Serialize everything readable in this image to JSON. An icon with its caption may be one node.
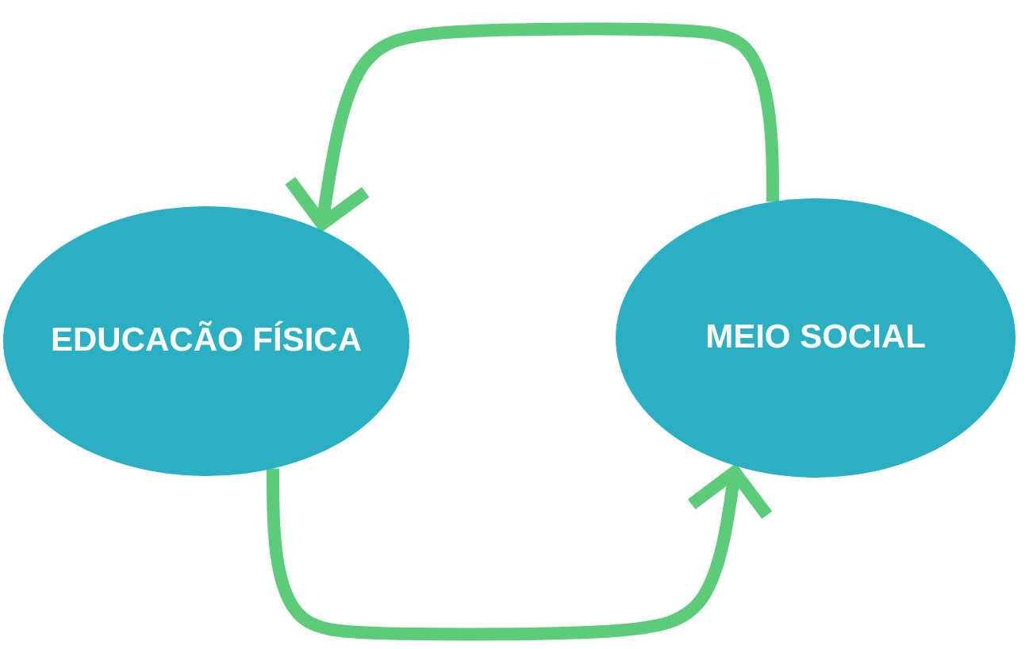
{
  "diagram": {
    "nodes": [
      {
        "text": [
          "EDUCACÃO FÍSICA"
        ]
      },
      {
        "text": [
          "MEIO SOCIAL"
        ]
      }
    ],
    "edges": [
      {
        "from": 1,
        "to": 0,
        "arrow": "to"
      },
      {
        "from": 0,
        "to": 1,
        "arrow": "to"
      }
    ]
  }
}
